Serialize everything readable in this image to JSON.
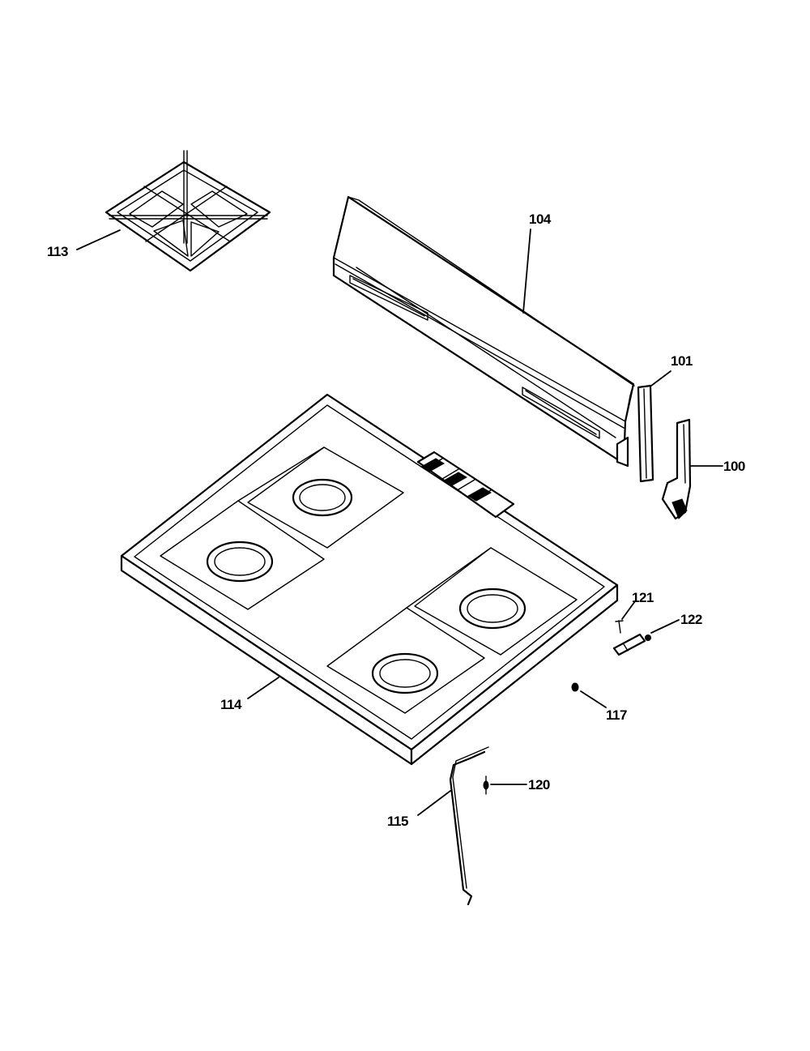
{
  "callouts": {
    "p100": "100",
    "p101": "101",
    "p104": "104",
    "p113": "113",
    "p114": "114",
    "p115": "115",
    "p117": "117",
    "p120": "120",
    "p121": "121",
    "p122": "122"
  },
  "colors": {
    "line": "#000000",
    "background": "#ffffff"
  }
}
